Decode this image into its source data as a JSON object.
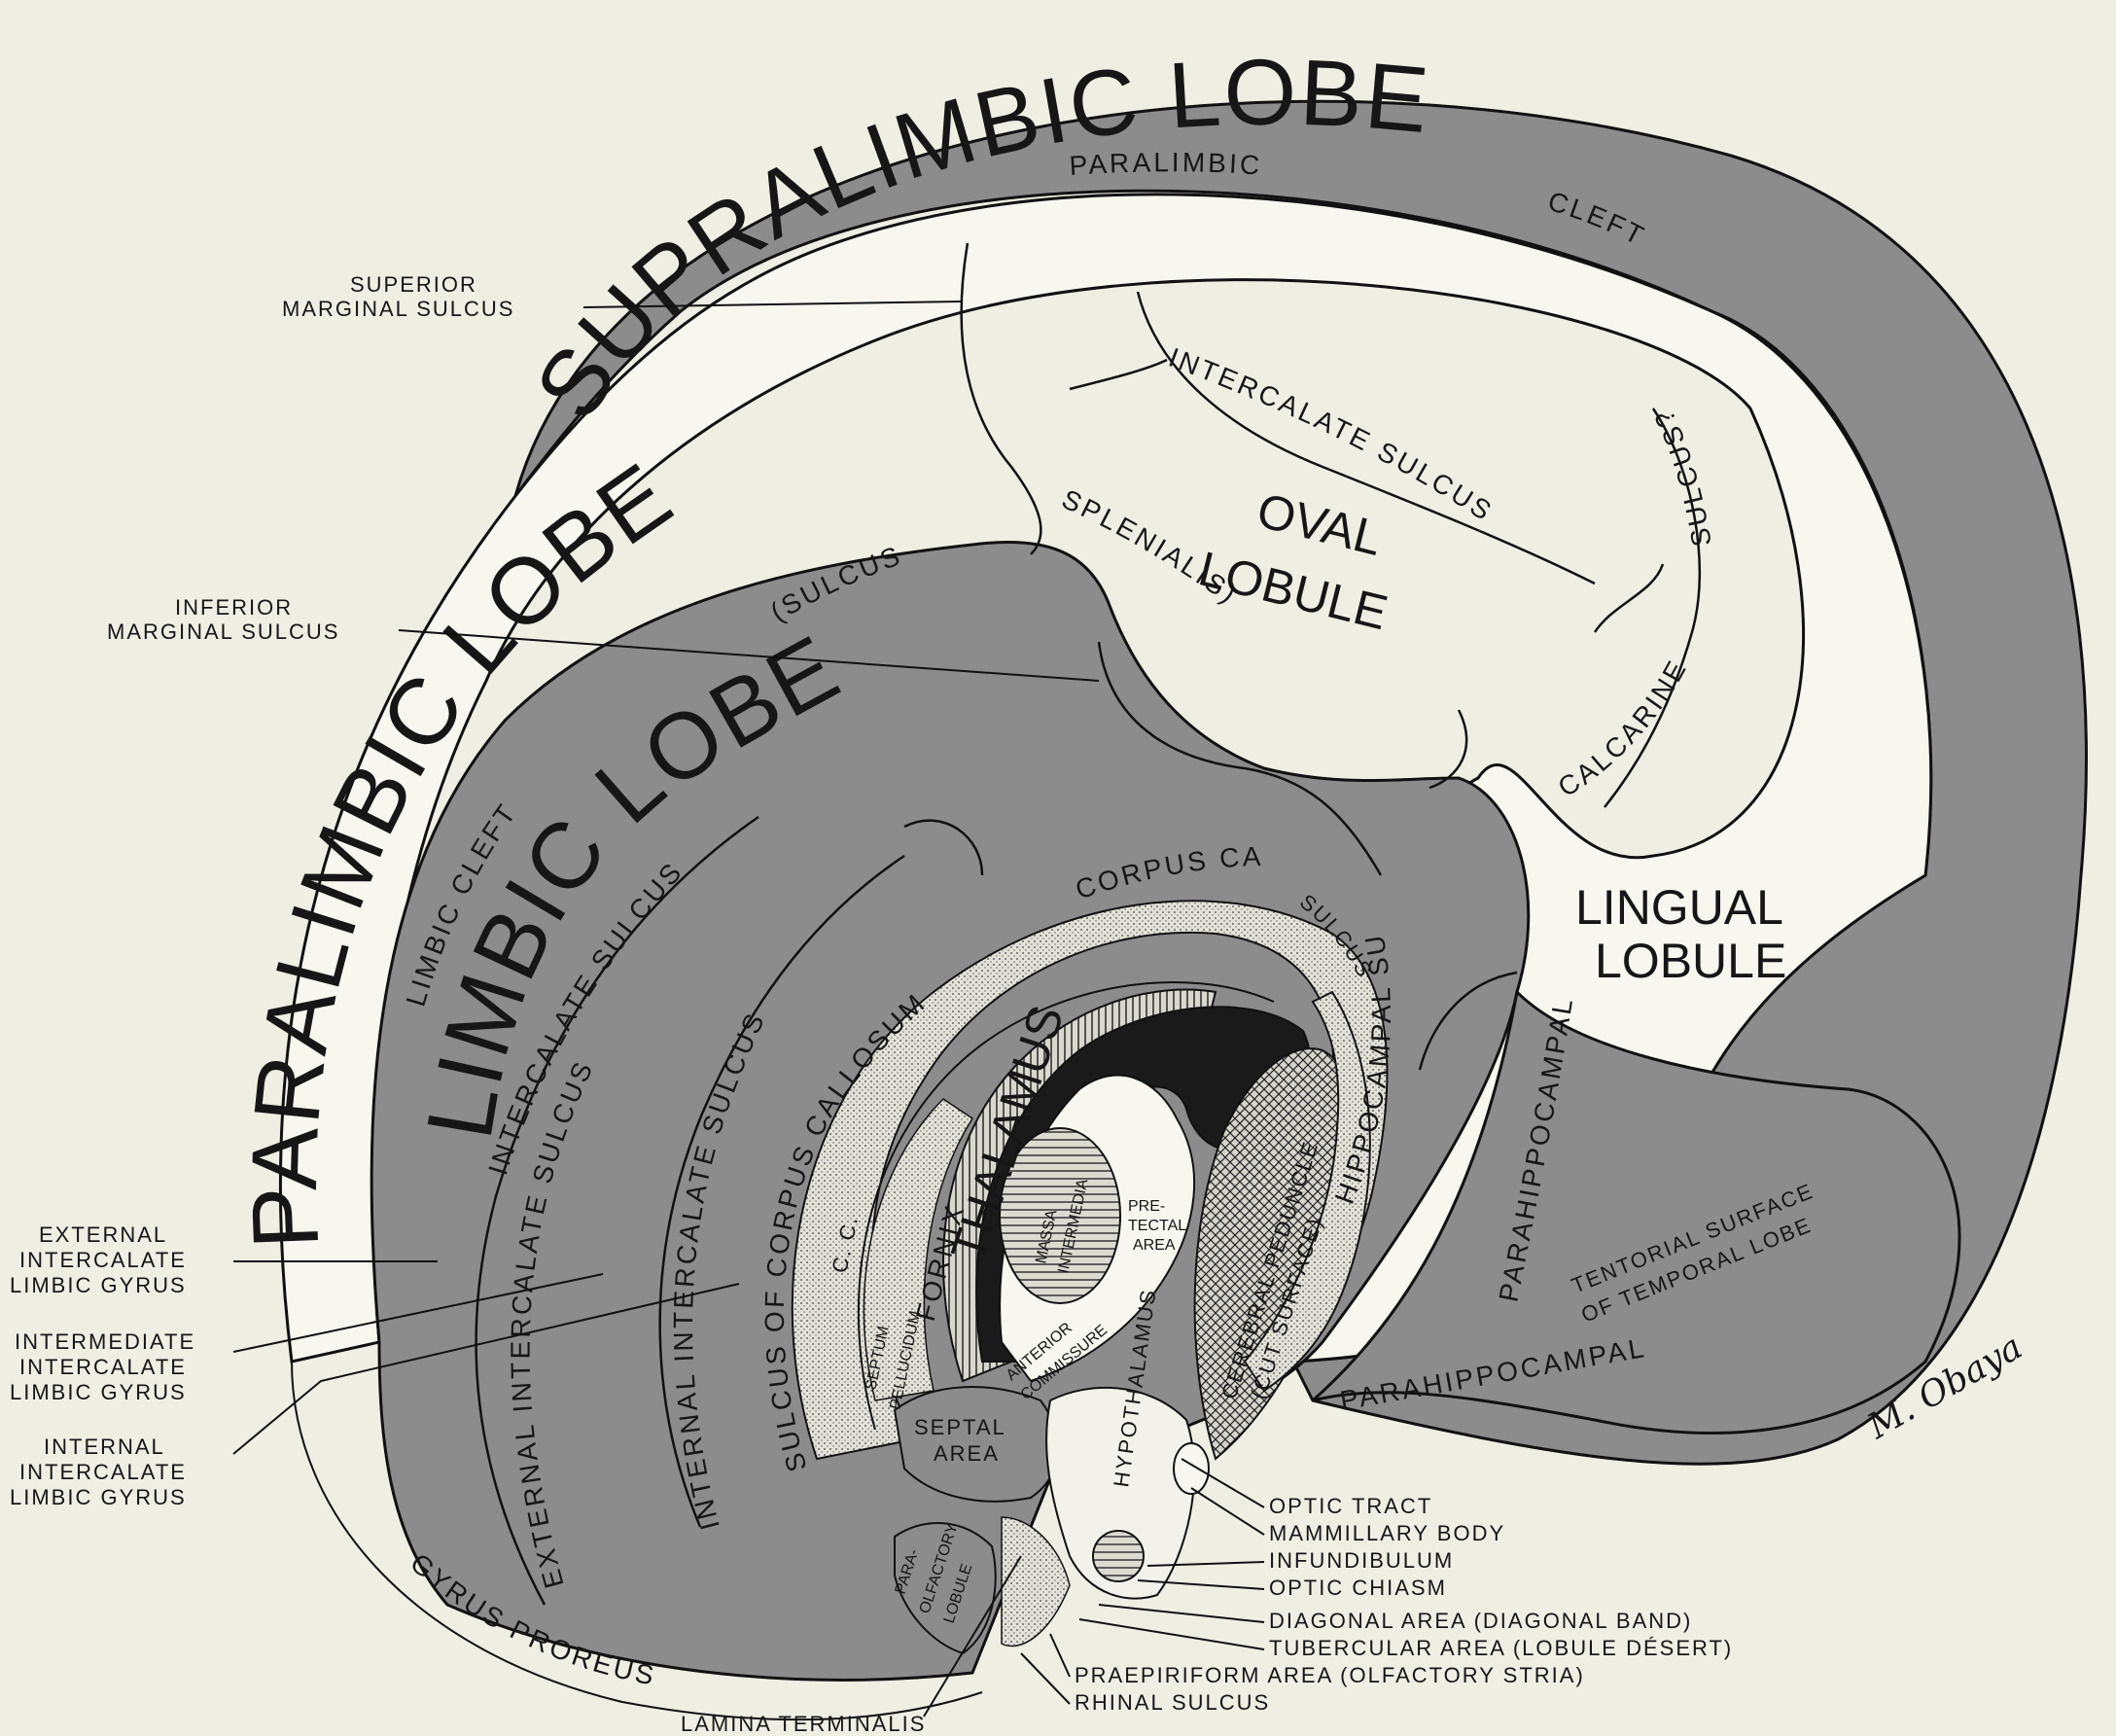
{
  "lobes": {
    "supralimbic": "SUPRALIMBIC LOBE",
    "paralimbic": "PARALIMBIC LOBE",
    "limbic": "LIMBIC LOBE"
  },
  "regions": {
    "oval_lobule": [
      "OVAL",
      "LOBULE"
    ],
    "lingual_lobule": [
      "LINGUAL",
      "LOBULE"
    ],
    "tentorial_surface": [
      "TENTORIAL SURFACE",
      "OF TEMPORAL LOBE"
    ],
    "thalamus": "THALAMUS",
    "fornix": "FORNIX",
    "massa_intermedia": [
      "MASSA",
      "INTERMEDIA"
    ],
    "pretectal_area": [
      "PRE-",
      "TECTAL",
      "AREA"
    ],
    "septum_pellucidum": [
      "SEPTUM",
      "PELLUCIDUM"
    ],
    "septal_area": [
      "SEPTAL",
      "AREA"
    ],
    "anterior_commissure": [
      "ANTERIOR",
      "COMMISSURE"
    ],
    "hypothalamus": "HYPOTHALAMUS",
    "cerebral_peduncle": [
      "CEREBRAL PEDUNCLE",
      "(CUT SURFACE)"
    ],
    "parolfactory_lobule": [
      "PARA-",
      "OLFACTORY",
      "LOBULE"
    ],
    "cc": "C. C."
  },
  "sulci": {
    "paralimbic_cleft": [
      "PARALIMBIC",
      "CLEFT"
    ],
    "limbic_cleft": "LIMBIC CLEFT",
    "sulcus_splenialis": [
      "(SULCUS",
      "SPLENIALIS)"
    ],
    "intercalate_sulcus": "INTERCALATE SULCUS",
    "intercalate_sulcus_limbic": "INTERCALATE SULCUS",
    "internal_intercalate_sulcus": "INTERNAL INTERCALATE SULCUS",
    "external_intercalate_sulcus": "EXTERNAL INTERCALATE SULCUS",
    "sulcus_corpus_callosum": "SULCUS OF CORPUS CALLOSUM",
    "calcarine_sulcus": [
      "CALCARINE",
      "SULCUS?"
    ],
    "hippocampal_sulcus": "HIPPOCAMPAL SULCUS",
    "parahippocampal_sulcus": "PARAHIPPOCAMPAL SULCUS",
    "parahippocampal": "PARAHIPPOCAMPAL",
    "hippocampal_small": "SULCUS",
    "gyrus_proreus": "GYRUS PROREUS"
  },
  "left_labels": {
    "superior_marginal": [
      "SUPERIOR",
      "MARGINAL SULCUS"
    ],
    "inferior_marginal": [
      "INFERIOR",
      "MARGINAL SULCUS"
    ],
    "external_intercalate_gyrus": [
      "EXTERNAL",
      "INTERCALATE",
      "LIMBIC GYRUS"
    ],
    "intermediate_intercalate_gyrus": [
      "INTERMEDIATE",
      "INTERCALATE",
      "LIMBIC GYRUS"
    ],
    "internal_intercalate_gyrus": [
      "INTERNAL",
      "INTERCALATE",
      "LIMBIC GYRUS"
    ]
  },
  "corpus_callosum": "CORPUS CALLOSUM",
  "bottom_labels": [
    "OPTIC TRACT",
    "MAMMILLARY BODY",
    "INFUNDIBULUM",
    "OPTIC CHIASM",
    "DIAGONAL AREA (DIAGONAL BAND)",
    "TUBERCULAR AREA (LOBULE DÉSERT)",
    "PRAEPIRIFORM AREA (OLFACTORY STRIA)",
    "RHINAL SULCUS",
    "LAMINA TERMINALIS"
  ],
  "signature": "M. Obaya",
  "colors": {
    "paper": "#efeee3",
    "grey_lobe": "#8c8c8c",
    "white_lobe": "#f7f6ef",
    "ink": "#111111"
  }
}
